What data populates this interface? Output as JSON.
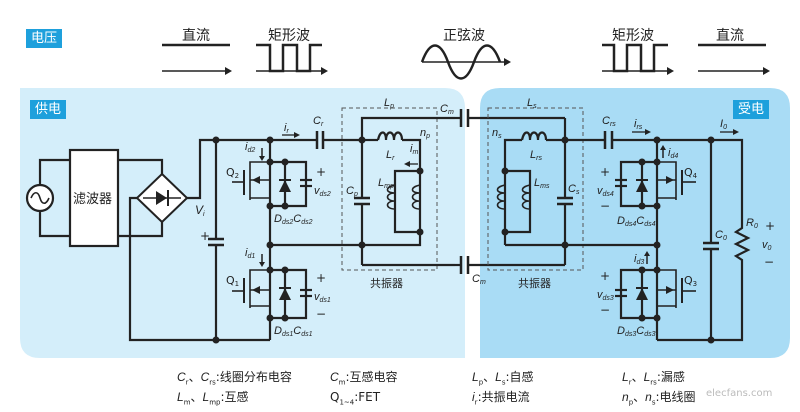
{
  "header": {
    "voltage_tag": "电压",
    "waveforms": [
      {
        "label": "直流",
        "type": "dc"
      },
      {
        "label": "矩形波",
        "type": "square"
      },
      {
        "label": "正弦波",
        "type": "sine"
      },
      {
        "label": "矩形波",
        "type": "square"
      },
      {
        "label": "直流",
        "type": "dc"
      }
    ]
  },
  "regions": {
    "supply_tag": "供电",
    "receive_tag": "受电",
    "supply_color": "#d4eefa",
    "receive_color": "#a9dcf5",
    "accent": "#1ea0dc"
  },
  "components": {
    "filter": "滤波器",
    "resonator_label": "共振器",
    "vi": "V",
    "vi_sub": "i",
    "ir": "i",
    "ir_sub": "r",
    "cr": "C",
    "cr_sub": "r",
    "lp": "L",
    "lp_sub": "p",
    "np": "n",
    "np_sub": "p",
    "lr": "L",
    "lr_sub": "r",
    "im": "i",
    "im_sub": "m",
    "lmp": "L",
    "lmp_sub": "mp",
    "cp": "C",
    "cp_sub": "p",
    "cm": "C",
    "cm_sub": "m",
    "ls": "L",
    "ls_sub": "s",
    "ns": "n",
    "ns_sub": "s",
    "lrs": "L",
    "lrs_sub": "rs",
    "lms": "L",
    "lms_sub": "ms",
    "cs": "C",
    "cs_sub": "s",
    "crs": "C",
    "crs_sub": "rs",
    "irs": "i",
    "irs_sub": "rs",
    "io": "I",
    "io_sub": "0",
    "co": "C",
    "co_sub": "0",
    "ro": "R",
    "ro_sub": "0",
    "vo": "v",
    "vo_sub": "0",
    "q1": "Q",
    "q1_sub": "1",
    "q2": "Q",
    "q2_sub": "2",
    "q3": "Q",
    "q3_sub": "3",
    "q4": "Q",
    "q4_sub": "4",
    "id1": "i",
    "id1_sub": "d1",
    "id2": "i",
    "id2_sub": "d2",
    "id3": "i",
    "id3_sub": "d3",
    "id4": "i",
    "id4_sub": "d4",
    "vds1": "v",
    "vds1_sub": "ds1",
    "vds2": "v",
    "vds2_sub": "ds2",
    "vds3": "v",
    "vds3_sub": "ds3",
    "vds4": "v",
    "vds4_sub": "ds4",
    "dc1": "D",
    "dc1_sub1": "ds1",
    "dc1_c": "C",
    "dc1_sub2": "ds1",
    "dc2": "D",
    "dc2_sub1": "ds2",
    "dc2_c": "C",
    "dc2_sub2": "ds2",
    "dc3": "D",
    "dc3_sub1": "ds3",
    "dc3_c": "C",
    "dc3_sub2": "ds3",
    "dc4": "D",
    "dc4_sub1": "ds4",
    "dc4_c": "C",
    "dc4_sub2": "ds4",
    "plus": "+",
    "minus": "−"
  },
  "legend": [
    {
      "sym": "C",
      "sub": "r",
      "sym2": "C",
      "sub2": "rs",
      "desc": ":线圈分布电容"
    },
    {
      "sym": "L",
      "sub": "m",
      "sym2": "L",
      "sub2": "mp",
      "desc": ":互感"
    },
    {
      "sym": "C",
      "sub": "m",
      "desc": ":互感电容"
    },
    {
      "sym": "Q",
      "sub": "1~4",
      "desc": ":FET"
    },
    {
      "sym": "L",
      "sub": "p",
      "sym2": "L",
      "sub2": "s",
      "desc": ":自感"
    },
    {
      "sym": "i",
      "sub": "r",
      "desc": ":共振电流"
    },
    {
      "sym": "L",
      "sub": "r",
      "sym2": "L",
      "sub2": "rs",
      "desc": ":漏感"
    },
    {
      "sym": "n",
      "sub": "p",
      "sym2": "n",
      "sub2": "s",
      "desc": ":电线圈"
    }
  ],
  "watermark": "elecfans.com"
}
